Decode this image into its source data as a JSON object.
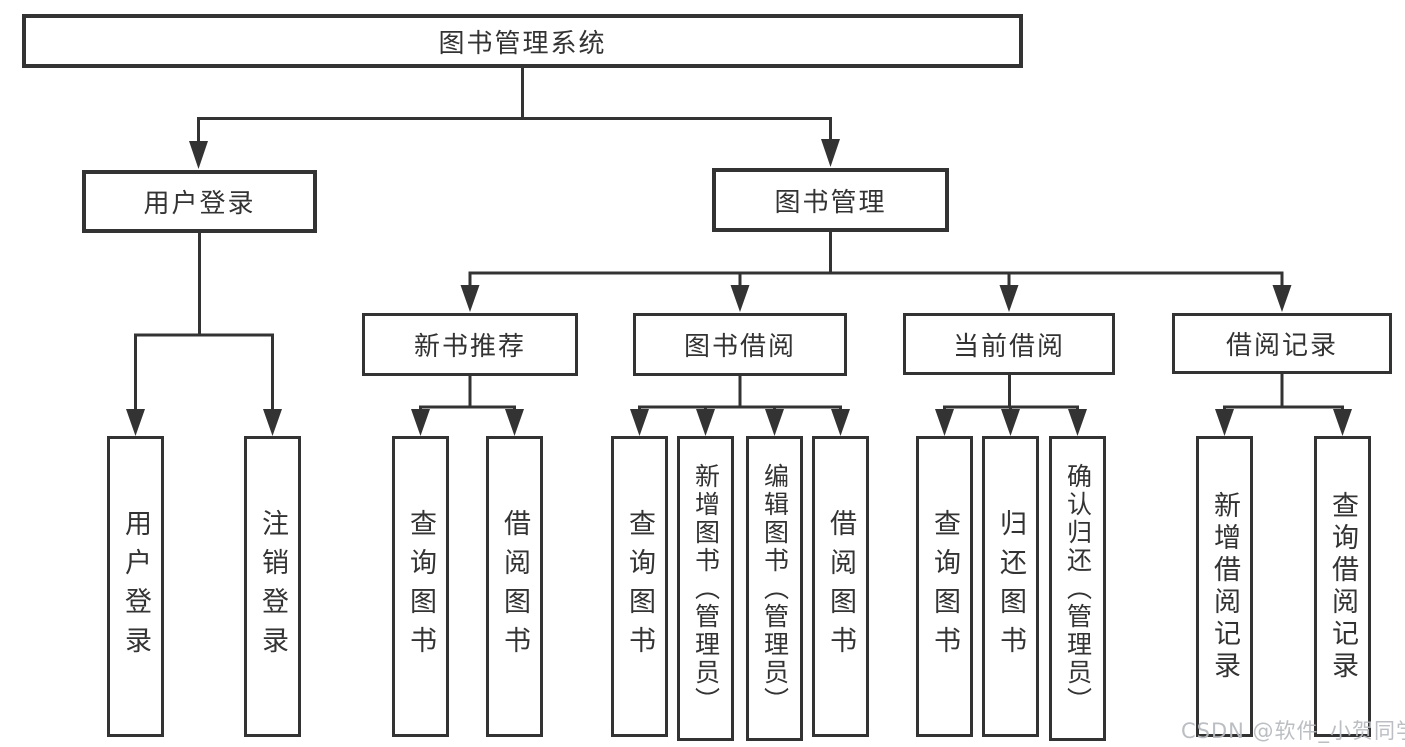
{
  "diagram": {
    "root": {
      "label": "图书管理系统"
    },
    "branches": [
      {
        "label": "用户登录",
        "children": [
          {
            "label": "用户登录"
          },
          {
            "label": "注销登录"
          }
        ]
      },
      {
        "label": "图书管理",
        "children": [
          {
            "label": "新书推荐",
            "children": [
              {
                "label": "查询图书"
              },
              {
                "label": "借阅图书"
              }
            ]
          },
          {
            "label": "图书借阅",
            "children": [
              {
                "label": "查询图书"
              },
              {
                "label": "新增图书（管理员）"
              },
              {
                "label": "编辑图书（管理员）"
              },
              {
                "label": "借阅图书"
              }
            ]
          },
          {
            "label": "当前借阅",
            "children": [
              {
                "label": "查询图书"
              },
              {
                "label": "归还图书"
              },
              {
                "label": "确认归还（管理员）"
              }
            ]
          },
          {
            "label": "借阅记录",
            "children": [
              {
                "label": "新增借阅记录"
              },
              {
                "label": "查询借阅记录"
              }
            ]
          }
        ]
      }
    ]
  },
  "watermark": {
    "text": "CSDN @软件_小贺同学"
  },
  "colors": {
    "line": "#333333",
    "box_border": "#333333",
    "text": "#333333",
    "background": "#ffffff",
    "watermark": "#b7bbbf"
  }
}
